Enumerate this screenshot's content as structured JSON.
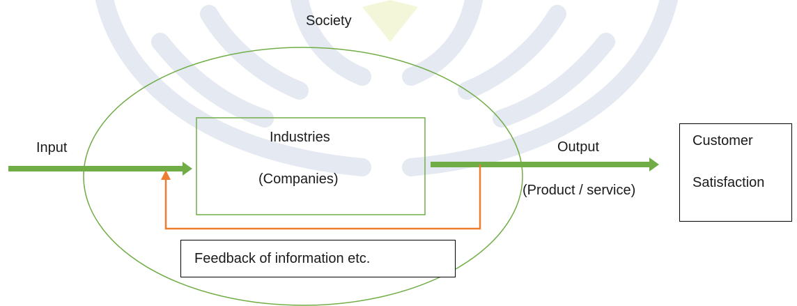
{
  "diagram": {
    "society_label": "Society",
    "input_label": "Input",
    "industries_label": "Industries",
    "companies_label": "(Companies)",
    "output_label": "Output",
    "product_label": "(Product / service)",
    "customer_label": "Customer",
    "satisfaction_label": "Satisfaction",
    "feedback_label": "Feedback of information etc."
  },
  "colors": {
    "flow_arrow": "#70ad47",
    "feedback_line": "#ed7d31",
    "ellipse": "#70ad47",
    "industries_box": "#70ad47",
    "watermark": "#e4e9f2"
  }
}
